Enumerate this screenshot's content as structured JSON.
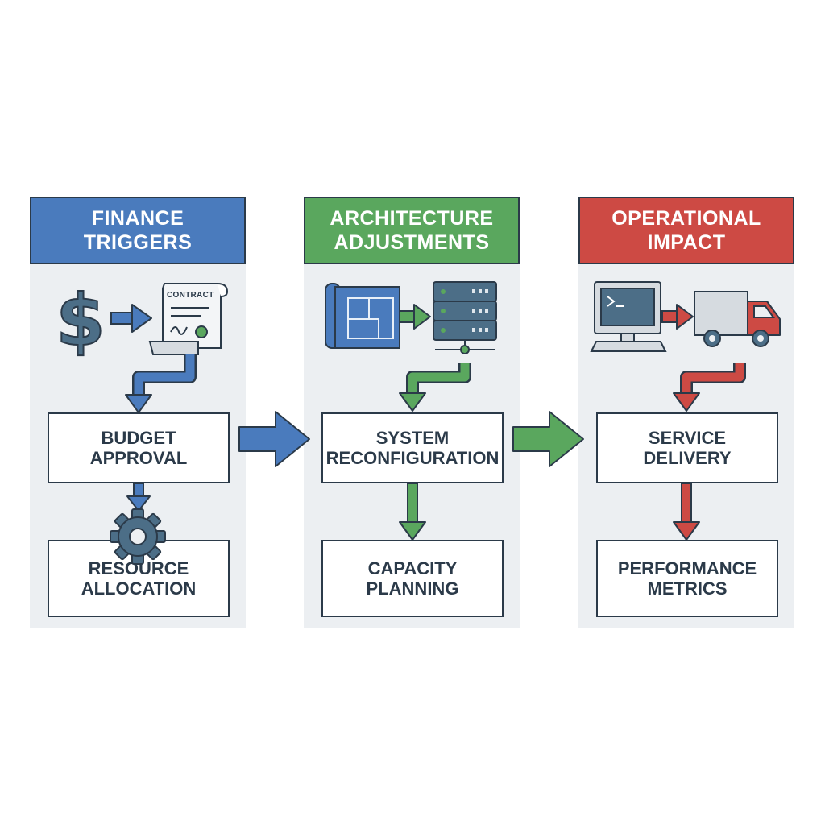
{
  "columns": [
    {
      "title": "FINANCE\nTRIGGERS",
      "color": "#4a7bbd",
      "icons": [
        "dollar-icon",
        "contract-icon"
      ],
      "contract_label": "CONTRACT",
      "steps": [
        "BUDGET\nAPPROVAL",
        "RESOURCE\nALLOCATION"
      ],
      "step_icon": "gear-icon"
    },
    {
      "title": "ARCHITECTURE\nADJUSTMENTS",
      "color": "#5aa75e",
      "icons": [
        "blueprint-icon",
        "server-icon"
      ],
      "steps": [
        "SYSTEM\nRECONFIGURATION",
        "CAPACITY\nPLANNING"
      ]
    },
    {
      "title": "OPERATIONAL\nIMPACT",
      "color": "#cd4a44",
      "icons": [
        "computer-icon",
        "truck-icon"
      ],
      "steps": [
        "SERVICE\nDELIVERY",
        "PERFORMANCE\nMETRICS"
      ]
    }
  ],
  "colors": {
    "outline": "#2b3a49",
    "panel": "#eceff2",
    "blue": "#4a7bbd",
    "green": "#5aa75e",
    "red": "#cd4a44"
  }
}
